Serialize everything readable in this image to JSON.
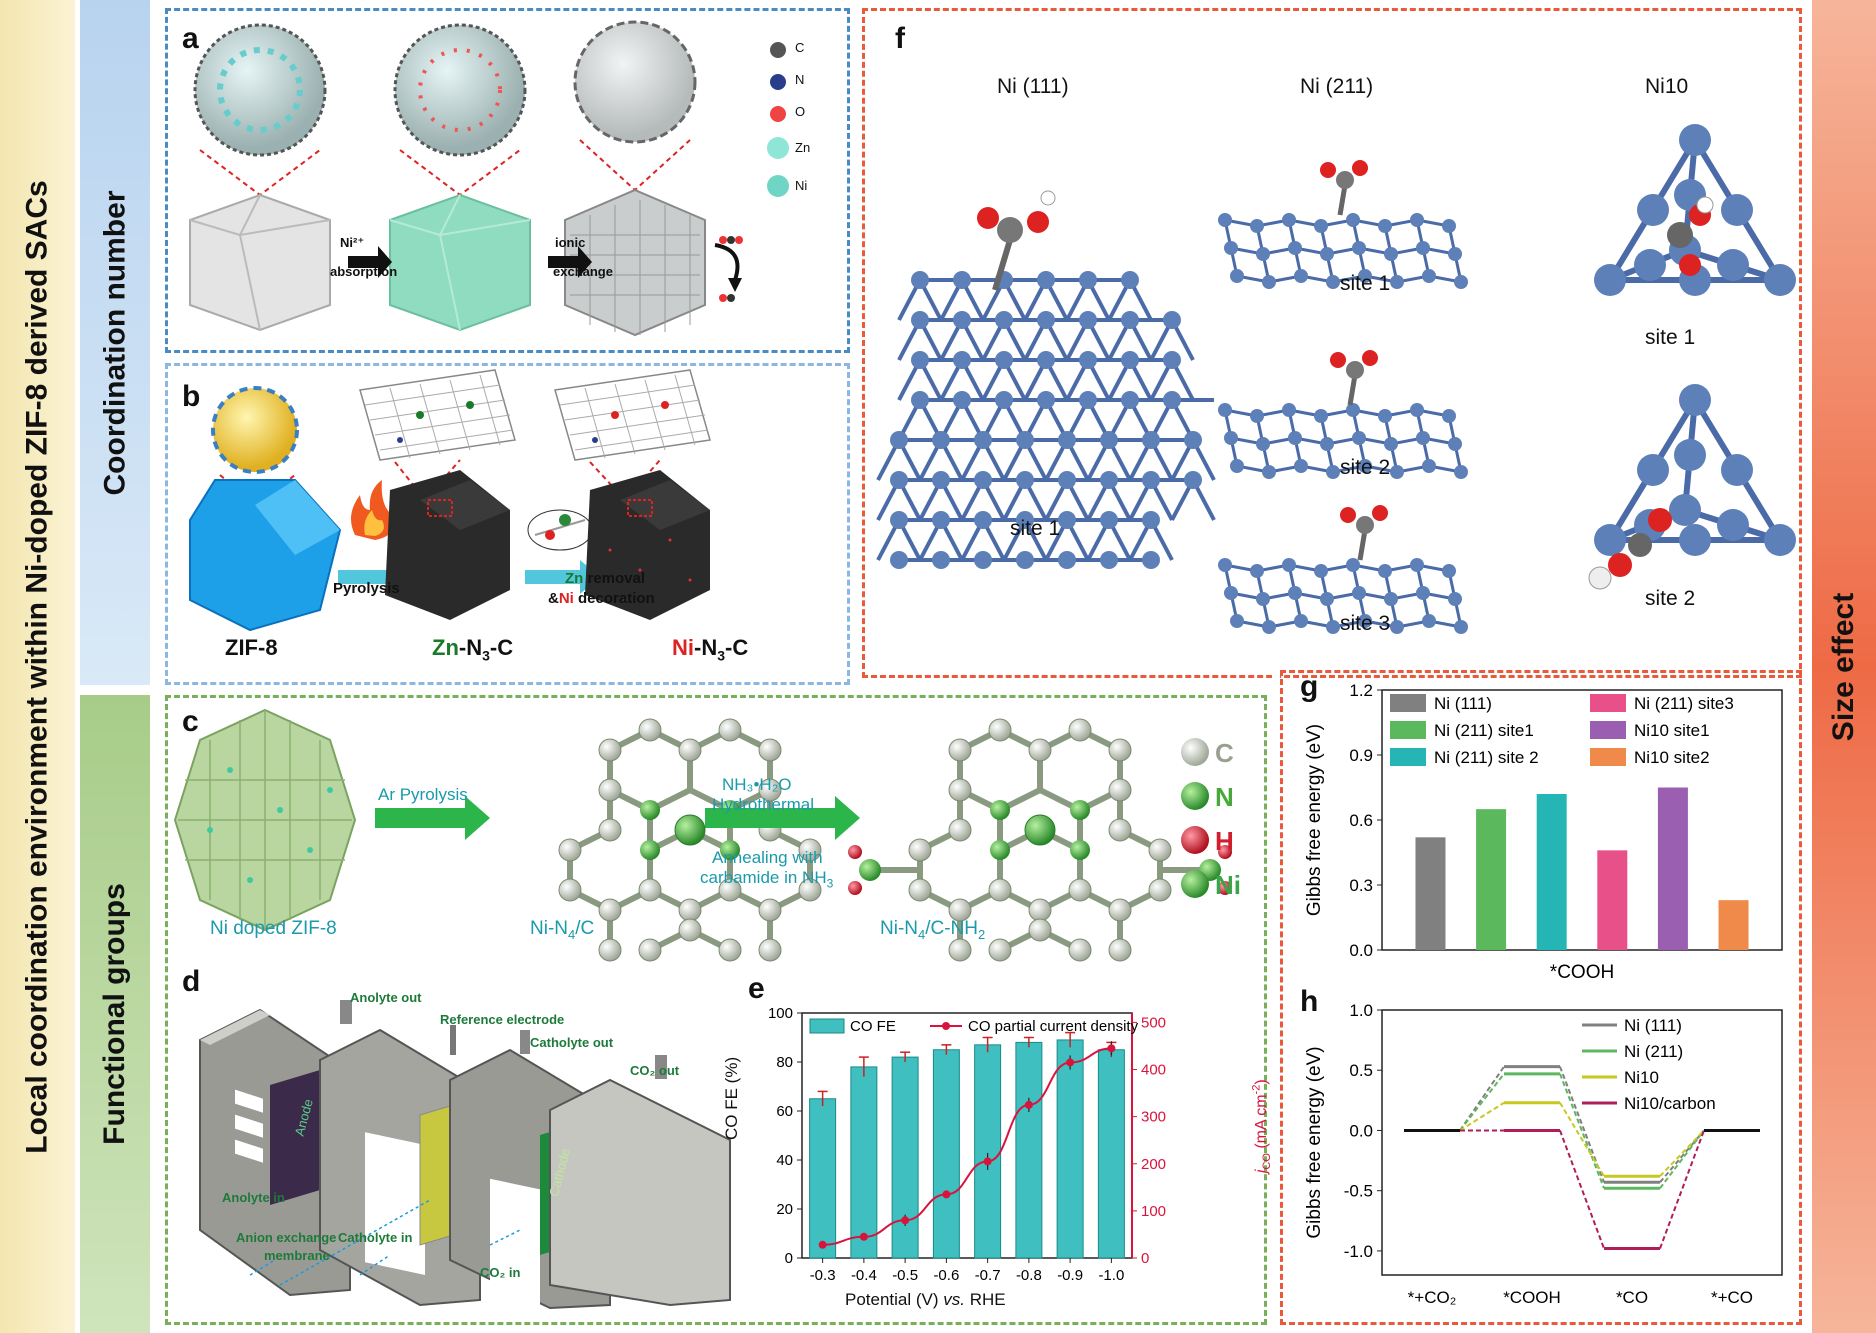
{
  "side_labels": {
    "left": "Local coordination environment within Ni-doped ZIF-8 derived SACs",
    "coordination": "Coordination number",
    "functional": "Functional groups",
    "size": "Size effect"
  },
  "panel_letters": [
    "a",
    "b",
    "c",
    "d",
    "e",
    "f",
    "g",
    "h"
  ],
  "panel_a": {
    "legend": [
      "C",
      "N",
      "O",
      "Zn",
      "Ni"
    ],
    "arrow1_top": "Ni²⁺",
    "arrow1_bottom": "absorption",
    "arrow2_top": "ionic",
    "arrow2_bottom": "exchange"
  },
  "panel_b": {
    "arrow1": "Pyrolysis",
    "arrow2_line1_a": "Zn",
    "arrow2_line1_b": " removal",
    "arrow2_line2_a": "&",
    "arrow2_line2_b": "Ni",
    "arrow2_line2_c": " decoration",
    "label1": "ZIF-8",
    "label2_a": "Zn",
    "label2_b": "-N",
    "label2_sub": "3",
    "label2_c": "-C",
    "label3_a": "Ni",
    "label3_b": "-N",
    "label3_sub": "3",
    "label3_c": "-C"
  },
  "panel_c": {
    "arrow1": "Ar Pyrolysis",
    "arrow2_top": "NH₃•H₂O",
    "arrow2_top2": "Hydrothermal",
    "arrow2_bottom": "Annealing with",
    "arrow2_bottom2_a": "carbamide in NH",
    "arrow2_bottom2_sub": "3",
    "label1": "Ni doped ZIF-8",
    "label2_a": "Ni-N",
    "label2_sub": "4",
    "label2_b": "/C",
    "label3_a": "Ni-N",
    "label3_sub": "4",
    "label3_b": "/C-NH",
    "label3_sub2": "2",
    "legend": [
      "C",
      "N",
      "H",
      "Ni"
    ],
    "legend_colors": [
      "#b8bfb0",
      "#49a83a",
      "#d11d2e",
      "#3aa64a"
    ]
  },
  "panel_d": {
    "labels": [
      "Anolyte out",
      "Reference electrode",
      "Catholyte out",
      "CO₂ out",
      "Anode",
      "Cathode",
      "Anolyte in",
      "Anion exchange",
      "membrane",
      "Catholyte in",
      "CO₂ in"
    ]
  },
  "panel_f": {
    "col1": "Ni (111)",
    "col2": "Ni (211)",
    "col3": "Ni10",
    "site1": "site 1",
    "site2": "site 2",
    "site3": "site 3"
  },
  "panel_e": {
    "legend_bar": "CO FE",
    "legend_line": "CO partial current density",
    "ylabel_left": "CO FE  (%)",
    "ylabel_right_a": "j",
    "ylabel_right_sub": "CO",
    "ylabel_right_b": " (mA cm",
    "ylabel_right_sup": "-2",
    "ylabel_right_c": ")",
    "xlabel": "Potential (V) ",
    "xlabel_italic": "vs.",
    "xlabel_end": " RHE",
    "colors": {
      "bar": "#3fbfbf",
      "line": "#d9143c"
    }
  },
  "chart_data": [
    {
      "type": "bar",
      "panel": "e",
      "categories": [
        "-0.3",
        "-0.4",
        "-0.5",
        "-0.6",
        "-0.7",
        "-0.8",
        "-0.9",
        "-1.0"
      ],
      "series": [
        {
          "name": "CO FE",
          "values": [
            65,
            78,
            82,
            85,
            87,
            88,
            89,
            85
          ],
          "errors": [
            3,
            4,
            2,
            2,
            3,
            2,
            3,
            3
          ],
          "axis": "left"
        },
        {
          "name": "CO partial current density",
          "values": [
            28,
            45,
            80,
            135,
            205,
            325,
            415,
            445
          ],
          "errors": [
            5,
            6,
            12,
            8,
            18,
            15,
            15,
            15
          ],
          "axis": "right",
          "type": "line"
        }
      ],
      "xlabel": "Potential (V) vs. RHE",
      "ylabel": "CO FE  (%)",
      "y2label": "jCO (mA cm-2)",
      "ylim": [
        0,
        100
      ],
      "y2lim": [
        0,
        520
      ],
      "yticks": [
        0,
        20,
        40,
        60,
        80,
        100
      ],
      "y2ticks": [
        0,
        100,
        200,
        300,
        400,
        500
      ]
    },
    {
      "type": "bar",
      "panel": "g",
      "categories": [
        "Ni (111)",
        "Ni (211) site1",
        "Ni (211) site 2",
        "Ni (211) site3",
        "Ni10 site1",
        "Ni10 site2"
      ],
      "values": [
        0.52,
        0.65,
        0.72,
        0.46,
        0.75,
        0.23
      ],
      "colors": [
        "#808080",
        "#5cb85c",
        "#26b5b5",
        "#e8508a",
        "#9a5fb0",
        "#f08a4b"
      ],
      "xlabel": "*COOH",
      "ylabel": "Gibbs free energy (eV)",
      "ylim": [
        0,
        1.2
      ],
      "yticks": [
        "0.0",
        "0.3",
        "0.6",
        "0.9",
        "1.2"
      ],
      "legend_position": "top"
    },
    {
      "type": "line",
      "panel": "h",
      "categories": [
        "*+CO₂",
        "*COOH",
        "*CO",
        "*+CO"
      ],
      "series": [
        {
          "name": "Ni (111)",
          "values": [
            0,
            0.53,
            -0.43,
            0
          ],
          "color": "#808080"
        },
        {
          "name": "Ni (211)",
          "values": [
            0,
            0.47,
            -0.48,
            0
          ],
          "color": "#5cb85c"
        },
        {
          "name": "Ni10",
          "values": [
            0,
            0.23,
            -0.38,
            0
          ],
          "color": "#c8c820"
        },
        {
          "name": "Ni10/carbon",
          "values": [
            0,
            0.0,
            -0.98,
            0
          ],
          "color": "#b01e5a"
        }
      ],
      "ylabel": "Gibbs free energy (eV)",
      "ylim": [
        -1.2,
        1.0
      ],
      "yticks": [
        "1.0",
        "0.5",
        "0.0",
        "-0.5",
        "-1.0"
      ]
    }
  ]
}
